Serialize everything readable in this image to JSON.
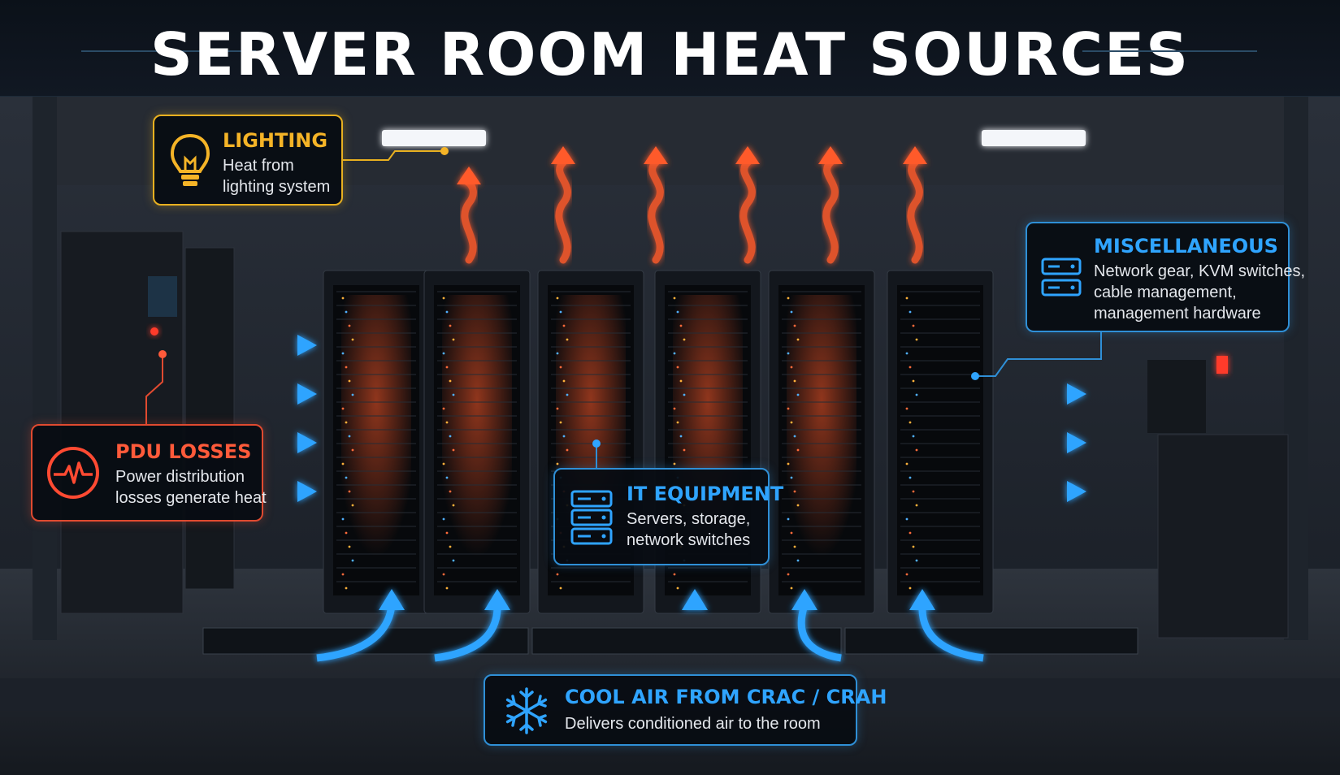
{
  "title": "SERVER ROOM HEAT SOURCES",
  "colors": {
    "heat": "#ff5a2a",
    "cool": "#2fa4ff",
    "lighting": "#f5b427",
    "pdu": "#ff5a3a",
    "background": "#0b1018"
  },
  "callouts": {
    "lighting": {
      "title": "LIGHTING",
      "lines": [
        "Heat from",
        "lighting system"
      ],
      "icon": "lightbulb-icon"
    },
    "pdu": {
      "title": "PDU LOSSES",
      "lines": [
        "Power distribution",
        "losses generate heat"
      ],
      "icon": "pulse-icon"
    },
    "misc": {
      "title": "MISCELLANEOUS",
      "lines": [
        "Network gear, KVM switches,",
        "cable management,",
        "management hardware"
      ],
      "icon": "network-device-icon"
    },
    "it_equipment": {
      "title": "IT EQUIPMENT",
      "lines": [
        "Servers, storage,",
        "network switches"
      ],
      "icon": "server-stack-icon"
    },
    "cooling": {
      "title": "COOL AIR FROM CRAC / CRAH",
      "lines": [
        "Delivers conditioned air to the room"
      ],
      "icon": "snowflake-icon"
    }
  }
}
